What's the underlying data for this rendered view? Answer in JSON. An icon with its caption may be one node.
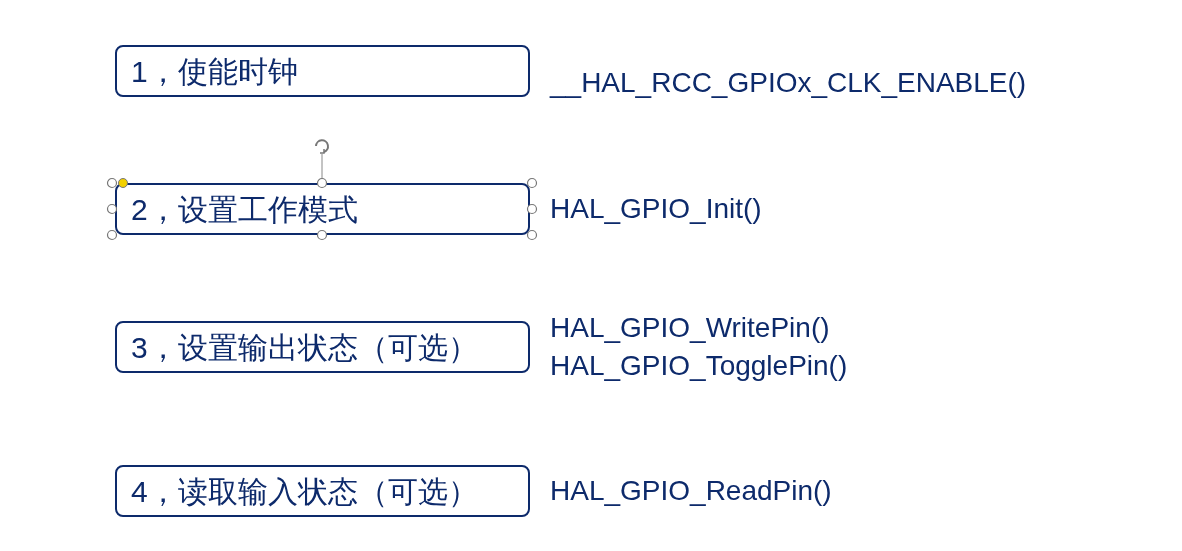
{
  "diagram": {
    "nodes": [
      {
        "text": [
          "1，使能时钟"
        ],
        "beside": [
          "__HAL_RCC_GPIOx_CLK_ENABLE()"
        ]
      },
      {
        "text": [
          "2，设置工作模式"
        ],
        "beside": [
          "HAL_GPIO_Init()"
        ]
      },
      {
        "text": [
          "3，设置输出状态（可选）"
        ],
        "beside": [
          "HAL_GPIO_WritePin()",
          "HAL_GPIO_TogglePin()"
        ]
      },
      {
        "text": [
          "4，读取输入状态（可选）"
        ],
        "beside": [
          "HAL_GPIO_ReadPin()"
        ]
      }
    ]
  }
}
